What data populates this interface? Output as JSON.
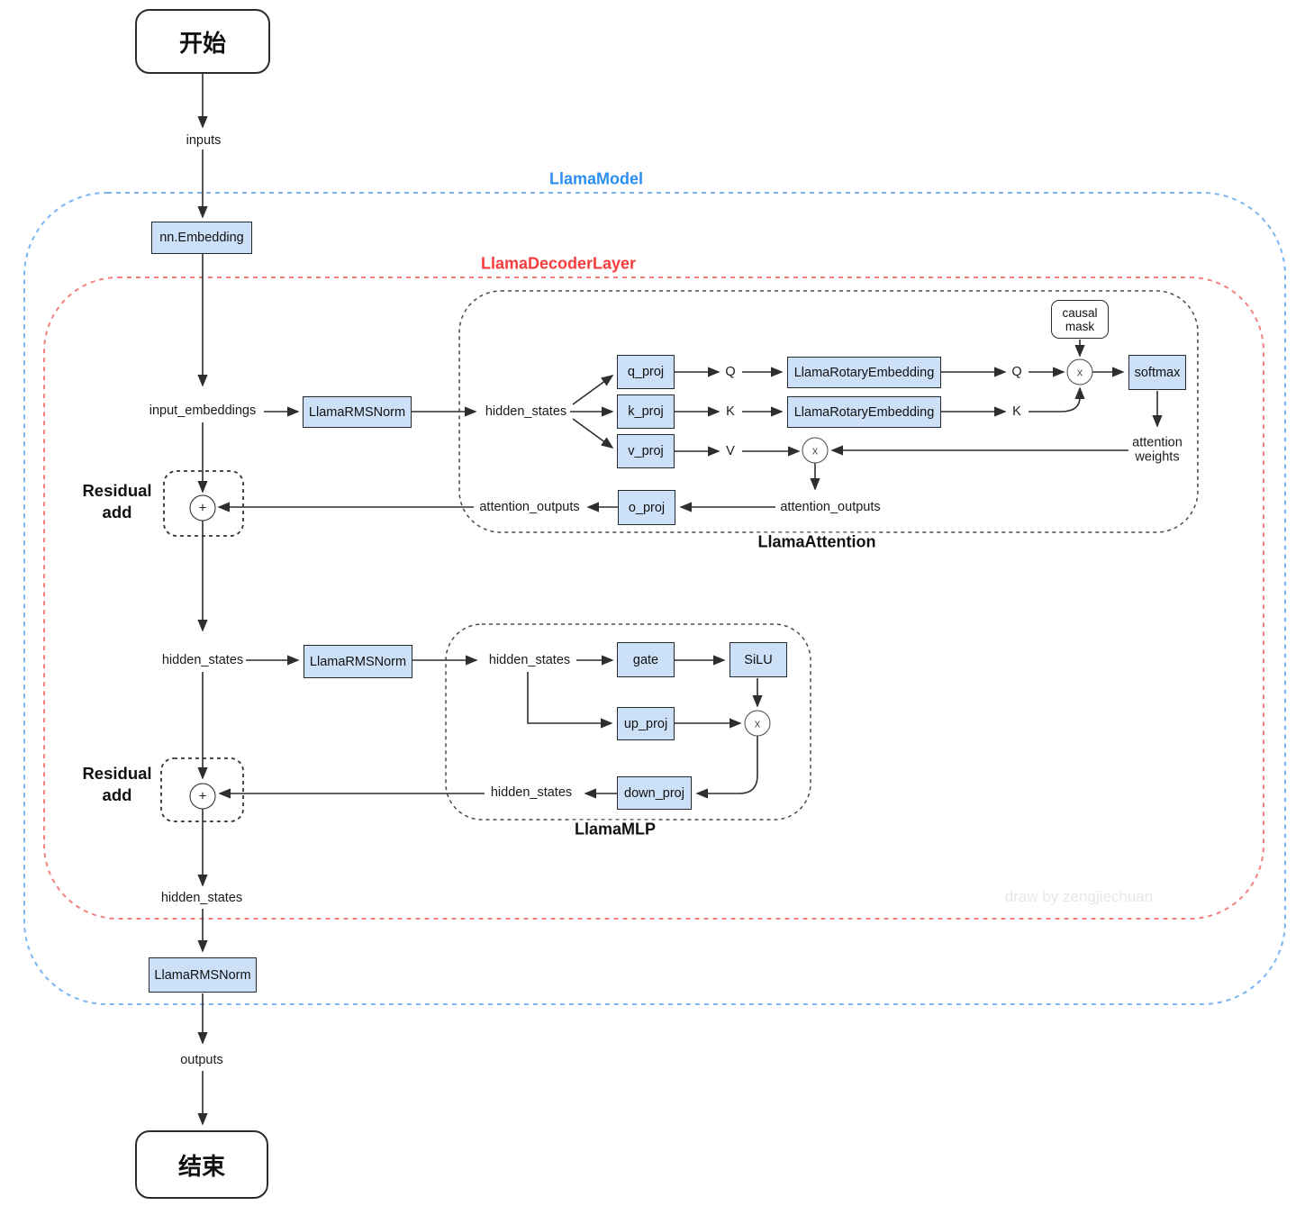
{
  "colors": {
    "node_fill": "#cce1f8",
    "node_border": "#26292c",
    "model_title_blue": "#2b8ff2",
    "model_border_blue": "#77b5f4",
    "decoder_title_red": "#f83c3c",
    "decoder_border_red": "#f57f7f",
    "wire": "#2e2e2e"
  },
  "terminals": {
    "start": "开始",
    "end": "结束"
  },
  "io": {
    "inputs": "inputs",
    "outputs": "outputs",
    "input_embeddings": "input_embeddings",
    "hidden_states_mid": "hidden_states",
    "hidden_states_out": "hidden_states"
  },
  "model": {
    "title": "LlamaModel",
    "embedding": "nn.Embedding",
    "final_norm": "LlamaRMSNorm"
  },
  "decoder": {
    "title": "LlamaDecoderLayer",
    "input_norm": "LlamaRMSNorm",
    "post_attention_norm": "LlamaRMSNorm",
    "residual_line1": "Residual",
    "residual_line2": "add",
    "add_op": "+"
  },
  "attention": {
    "title": "LlamaAttention",
    "hidden_states": "hidden_states",
    "q_proj": "q_proj",
    "k_proj": "k_proj",
    "v_proj": "v_proj",
    "q": "Q",
    "k": "K",
    "v": "V",
    "rotary1": "LlamaRotaryEmbedding",
    "rotary2": "LlamaRotaryEmbedding",
    "causal_line1": "causal",
    "causal_line2": "mask",
    "softmax": "softmax",
    "weights_line1": "attention",
    "weights_line2": "weights",
    "attention_outputs_right": "attention_outputs",
    "attention_outputs_left": "attention_outputs",
    "o_proj": "o_proj",
    "mul_op": "x"
  },
  "mlp": {
    "title": "LlamaMLP",
    "hidden_states_in": "hidden_states",
    "gate": "gate",
    "silu": "SiLU",
    "up_proj": "up_proj",
    "down_proj": "down_proj",
    "hidden_states_out": "hidden_states",
    "mul_op": "x"
  },
  "watermark": "draw by zengjiechuan"
}
